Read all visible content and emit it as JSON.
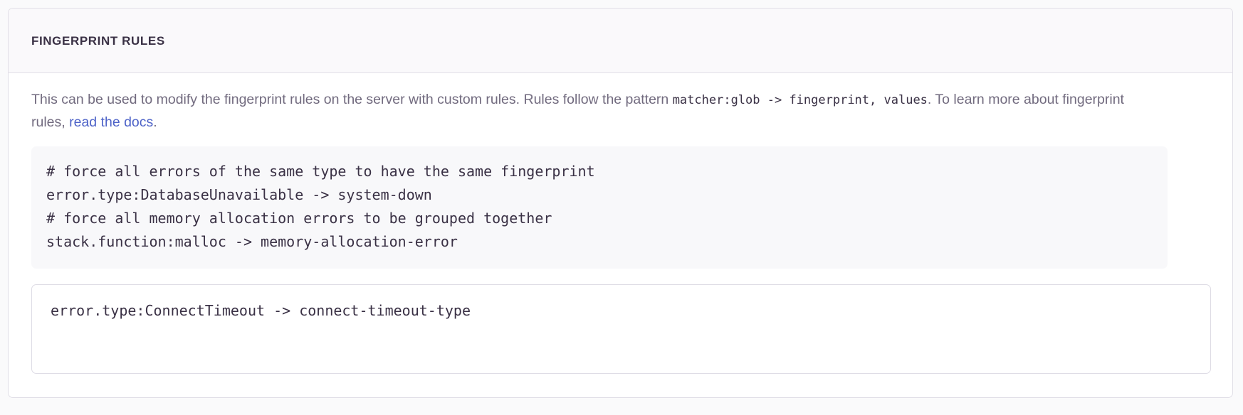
{
  "panel": {
    "title": "FINGERPRINT RULES",
    "description": {
      "part1": "This can be used to modify the fingerprint rules on the server with custom rules. Rules follow the pattern ",
      "code1": "matcher:glob -> fingerprint, values",
      "part2": ". To learn more about fingerprint rules, ",
      "link_text": "read the docs",
      "part3": "."
    },
    "code_sample": {
      "lines": [
        "# force all errors of the same type to have the same fingerprint",
        "error.type:DatabaseUnavailable -> system-down",
        "# force all memory allocation errors to be grouped together",
        "stack.function:malloc -> memory-allocation-error"
      ],
      "text": "# force all errors of the same type to have the same fingerprint\nerror.type:DatabaseUnavailable -> system-down\n# force all memory allocation errors to be grouped together\nstack.function:malloc -> memory-allocation-error"
    },
    "rules_input": {
      "value": "error.type:ConnectTimeout -> connect-timeout-type",
      "placeholder": "error.type:ConnectTimeout -> connect-timeout-type"
    }
  },
  "colors": {
    "page_background": "#fafafb",
    "panel_background": "#ffffff",
    "panel_border": "#e1dfe7",
    "header_background": "#faf9fb",
    "title_text": "#3a3145",
    "body_text": "#726b7f",
    "link": "#4e63c8",
    "code_background": "#f8f8fa",
    "code_text": "#3a3145",
    "input_border": "#dedce5"
  }
}
